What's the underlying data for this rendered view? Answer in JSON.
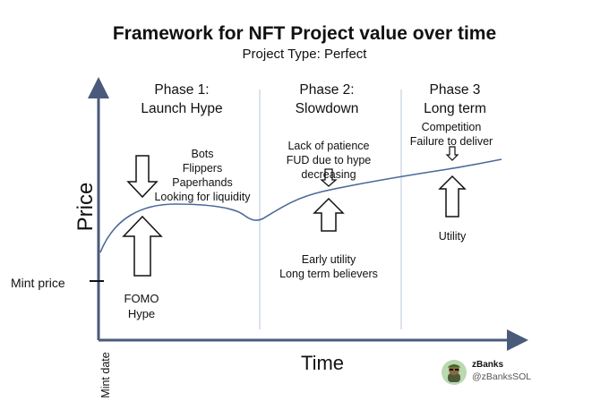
{
  "title": "Framework for NFT Project value over time",
  "subtitle": "Project Type: Perfect",
  "axes": {
    "y_label": "Price",
    "x_label": "Time",
    "y_marker": "Mint price",
    "x_marker": "Mint date"
  },
  "phases": [
    {
      "line1": "Phase 1:",
      "line2": "Launch Hype"
    },
    {
      "line1": "Phase 2:",
      "line2": "Slowdown"
    },
    {
      "line1": "Phase 3",
      "line2": "Long term"
    }
  ],
  "notes": {
    "phase1_down": [
      "Bots",
      "Flippers",
      "Paperhands",
      "Looking for liquidity"
    ],
    "phase1_up": [
      "FOMO",
      "Hype"
    ],
    "phase2_down": [
      "Lack of patience",
      "FUD due to hype decreasing"
    ],
    "phase2_up": [
      "Early utility",
      "Long term believers"
    ],
    "phase3_down": [
      "Competition",
      "Failure to deliver"
    ],
    "phase3_up": [
      "Utility"
    ]
  },
  "author": {
    "name": "zBanks",
    "handle": "@zBanksSOL"
  },
  "colors": {
    "curve": "#4a6a9a",
    "axis": "#4a5a7a",
    "divider": "#b8c6dc",
    "text": "#111111"
  }
}
